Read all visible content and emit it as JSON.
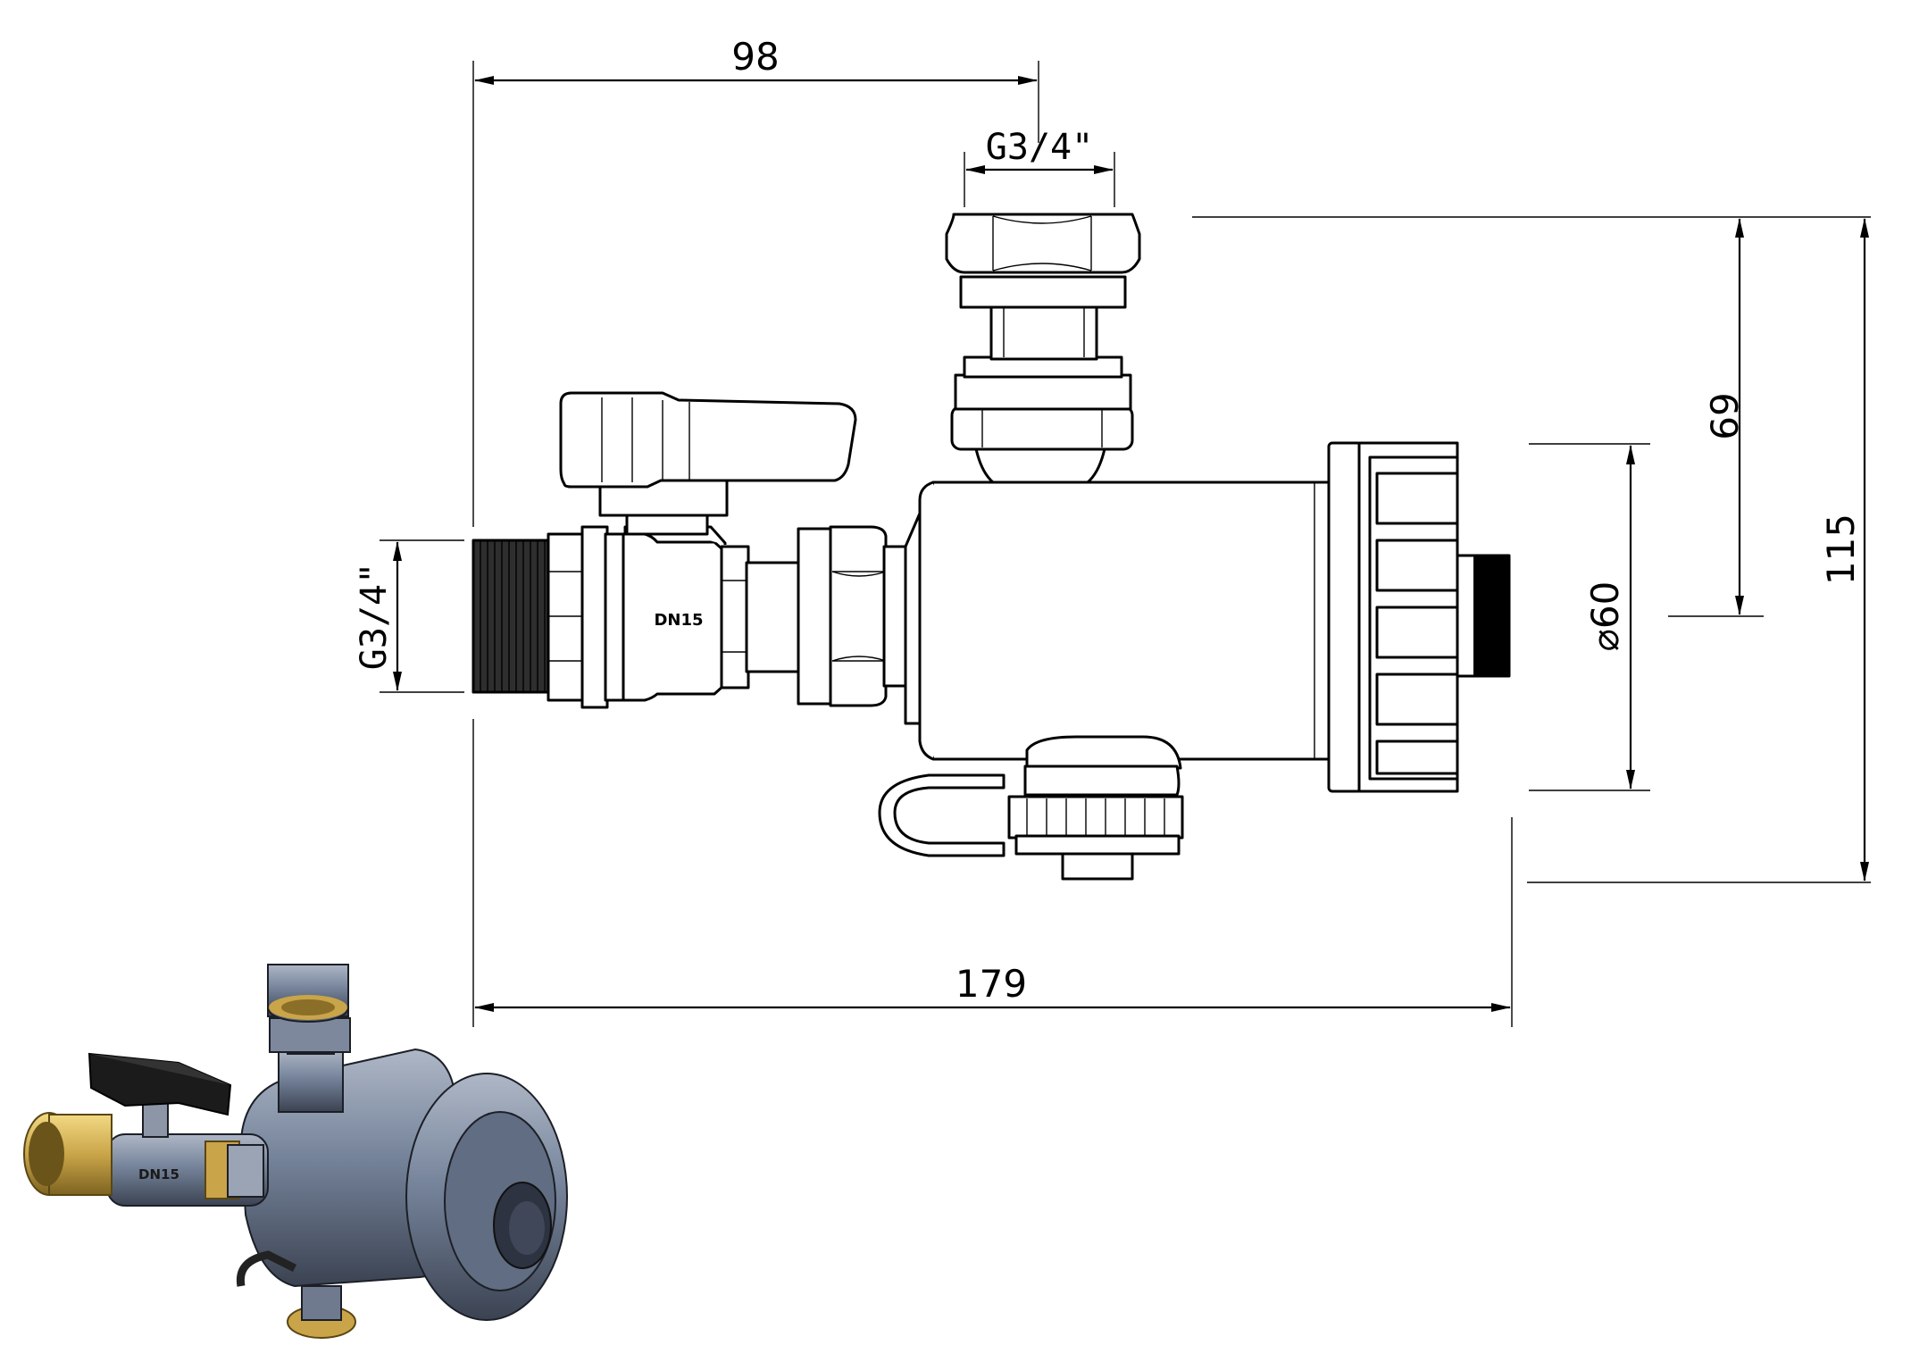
{
  "dimensions": {
    "overall_length": "179",
    "inlet_to_outlet_axis": "98",
    "outlet_thread": "G3/4\"",
    "inlet_thread": "G3/4\"",
    "outlet_height": "69",
    "overall_height": "115",
    "body_diameter": "60",
    "diameter_symbol": "⌀"
  },
  "valve_engraving": "DN15",
  "iso_engraving": "DN15",
  "colors": {
    "line": "#000000",
    "iso_body": "#707f96",
    "iso_brass": "#c9a449",
    "iso_handle": "#1b1b1b"
  }
}
